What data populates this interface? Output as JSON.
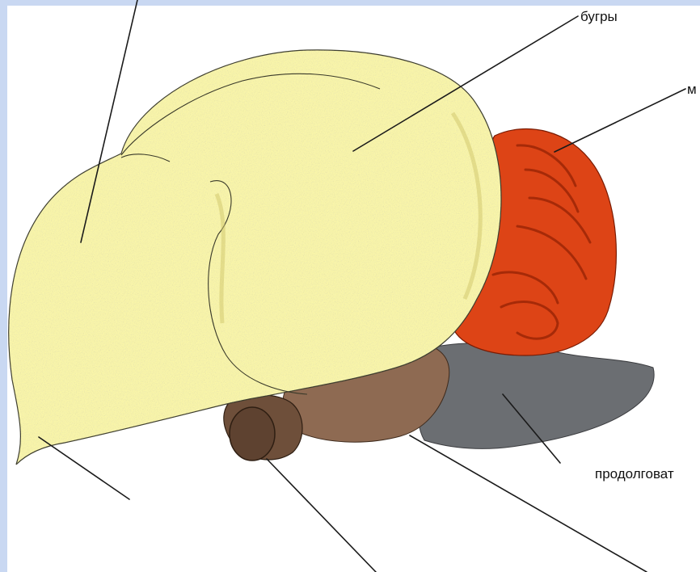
{
  "labels": {
    "top_mid": "бугры",
    "right_upper": "м",
    "right_lower": "продолговат"
  },
  "colors": {
    "hemisphere": "#faf6a8",
    "hemisphere_shade": "#d9d27a",
    "cerebellum": "#dd4416",
    "cerebellum_dark": "#a62a08",
    "medulla": "#6b6e72",
    "midbrain": "#8e6a52",
    "olfactory": "#7a5a44",
    "frame": "#c9d8f2"
  }
}
